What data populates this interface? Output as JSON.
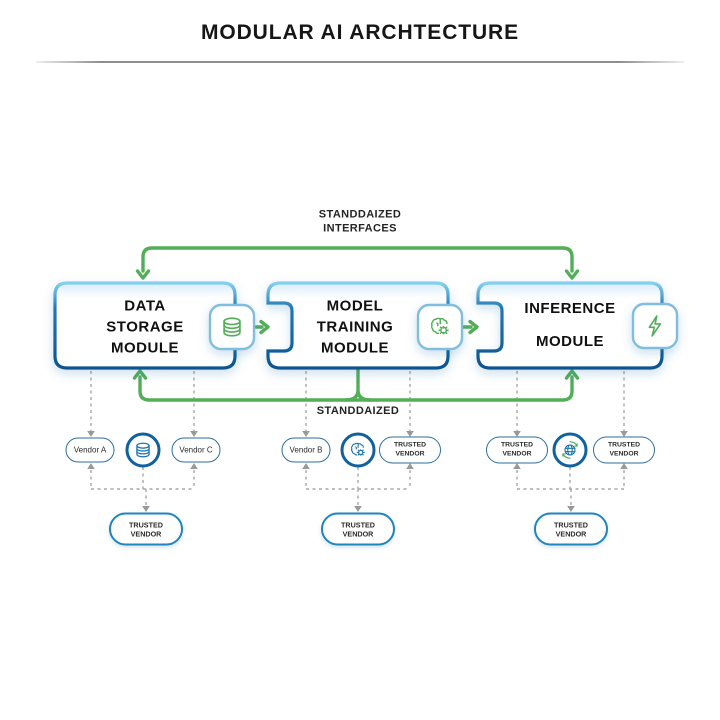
{
  "title": "MODULAR AI ARCHTECTURE",
  "connections": {
    "top_label_line1": "STANDDAIZED",
    "top_label_line2": "INTERFACES",
    "bottom_label": "STANDDAIZED"
  },
  "modules": [
    {
      "name": "data-storage-module",
      "lines": [
        "DATA",
        "STORAGE",
        "MODULE"
      ],
      "badge_icon": "database-icon"
    },
    {
      "name": "model-training-module",
      "lines": [
        "MODEL",
        "TRAINING",
        "MODULE"
      ],
      "badge_icon": "brain-gears-icon"
    },
    {
      "name": "inference-module",
      "lines": [
        "INFERENCE",
        "MODULE"
      ],
      "badge_icon": "lightning-bolt-icon"
    }
  ],
  "vendor_groups": [
    {
      "left_pill": "Vendor A",
      "hub_icon": "database-icon",
      "right_pill": "Vendor C",
      "bottom_pill": "TRUSTED VENDOR"
    },
    {
      "left_pill": "Vendor B",
      "hub_icon": "brain-gears-icon",
      "right_pill": "TRUSTED VENDOR",
      "bottom_pill": "TRUSTED VENDOR"
    },
    {
      "left_pill": "TRUSTED VENDOR",
      "hub_icon": "globe-sync-icon",
      "right_pill": "TRUSTED VENDOR",
      "bottom_pill": "TRUSTED VENDOR"
    }
  ],
  "colors": {
    "module_border_dark": "#0c5590",
    "module_border_light": "#86d0ef",
    "accent_green": "#53ae58",
    "dashed_gray": "#a8a8a8",
    "badge_border": "#7fbede",
    "hub_circle_border": "#11619e",
    "icon_blue": "#1a72b0",
    "vendor_pill_border": "#2e6e9d",
    "trusted_pill_border": "#1f85bd",
    "text_dark": "#161616"
  }
}
